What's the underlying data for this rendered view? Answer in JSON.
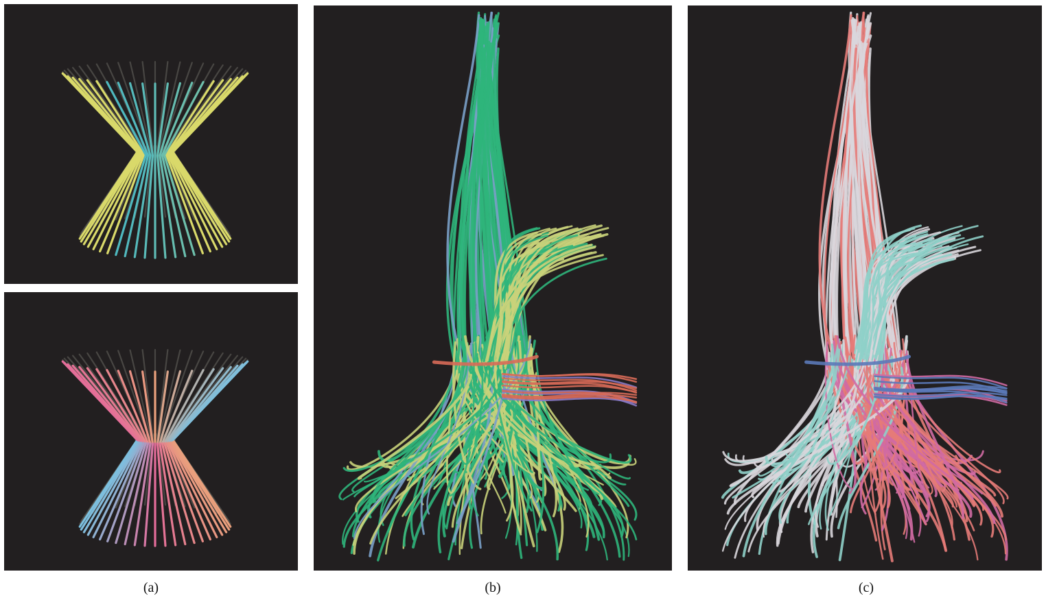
{
  "figure": {
    "captions": {
      "a": "(a)",
      "b": "(b)",
      "c": "(c)"
    }
  },
  "panels": [
    {
      "id": "a-top",
      "subject": "hourglass-cone-streamlines",
      "palette": [
        "#d9d96a",
        "#3fb4c8",
        "#5a5a55"
      ]
    },
    {
      "id": "a-bottom",
      "subject": "hourglass-cone-streamlines",
      "palette": [
        "#e46c9a",
        "#7cc0df",
        "#e9a07c"
      ]
    },
    {
      "id": "b",
      "subject": "fiber-tract-bundle",
      "palette": [
        "#2fb57b",
        "#c9d27a",
        "#7aa0c8",
        "#d86a58",
        "#8a7ac6"
      ]
    },
    {
      "id": "c",
      "subject": "fiber-tract-bundle",
      "palette": [
        "#e57b78",
        "#d9d6dc",
        "#8fd0c9",
        "#5b79b8",
        "#d06aa3"
      ]
    }
  ]
}
